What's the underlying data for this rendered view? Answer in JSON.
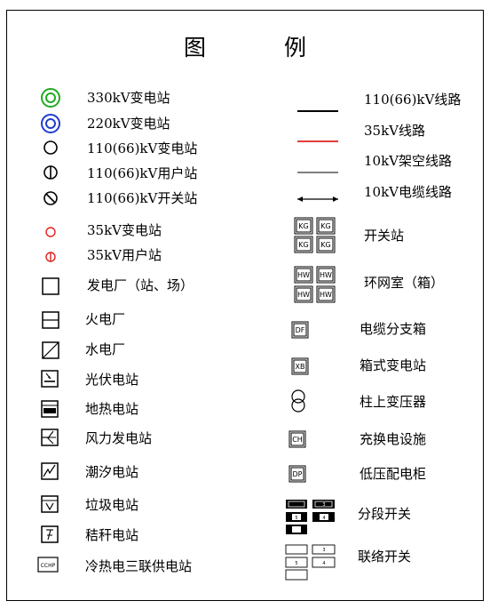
{
  "title": "图  例",
  "colors": {
    "green": "#22aa22",
    "blue": "#1f3fcf",
    "red": "#e02020",
    "black": "#000000"
  },
  "left_column": [
    {
      "icon": "double-circle-green-icon",
      "label": "330kV变电站"
    },
    {
      "icon": "double-circle-blue-icon",
      "label": "220kV变电站"
    },
    {
      "icon": "circle-icon",
      "label": "110(66)kV变电站"
    },
    {
      "icon": "circle-vertical-bar-icon",
      "label": "110(66)kV用户站"
    },
    {
      "icon": "circle-slash-icon",
      "label": "110(66)kV开关站"
    },
    {
      "icon": "small-red-circle-icon",
      "label": "35kV变电站"
    },
    {
      "icon": "small-red-circle-bar-icon",
      "label": "35kV用户站"
    },
    {
      "icon": "square-icon",
      "label": "发电厂（站、场）"
    },
    {
      "icon": "square-horizontal-line-icon",
      "label": "火电厂"
    },
    {
      "icon": "square-diagonal-icon",
      "label": "水电厂"
    },
    {
      "icon": "solar-station-icon",
      "label": "光伏电站"
    },
    {
      "icon": "geothermal-station-icon",
      "label": "地热电站"
    },
    {
      "icon": "wind-station-icon",
      "label": "风力发电站"
    },
    {
      "icon": "tidal-station-icon",
      "label": "潮汐电站"
    },
    {
      "icon": "waste-station-icon",
      "label": "垃圾电站"
    },
    {
      "icon": "straw-station-icon",
      "label": "秸秆电站"
    },
    {
      "icon": "cchp-station-icon",
      "label": "冷热电三联供电站",
      "code": "CCHP"
    }
  ],
  "right_column": [
    {
      "icon": "line-110kv-icon",
      "label": "110(66)kV线路"
    },
    {
      "icon": "line-35kv-red-icon",
      "label": "35kV线路"
    },
    {
      "icon": "line-10kv-overhead-icon",
      "label": "10kV架空线路"
    },
    {
      "icon": "line-10kv-cable-icon",
      "label": "10kV电缆线路"
    },
    {
      "icon": "switch-station-icon",
      "label": "开关站",
      "code": "KG"
    },
    {
      "icon": "ring-main-unit-icon",
      "label": "环网室（箱）",
      "code": "HW"
    },
    {
      "icon": "cable-branch-box-icon",
      "label": "电缆分支箱",
      "code": "DF"
    },
    {
      "icon": "box-substation-icon",
      "label": "箱式变电站",
      "code": "XB"
    },
    {
      "icon": "pole-transformer-icon",
      "label": "柱上变压器"
    },
    {
      "icon": "charging-facility-icon",
      "label": "充换电设施",
      "code": "CH"
    },
    {
      "icon": "low-voltage-cabinet-icon",
      "label": "低压配电柜",
      "code": "DP"
    },
    {
      "icon": "section-switch-icon",
      "label": "分段开关",
      "codes": [
        "3",
        "4",
        "5"
      ]
    },
    {
      "icon": "tie-switch-icon",
      "label": "联络开关",
      "codes": [
        "3",
        "4",
        "5"
      ]
    }
  ]
}
